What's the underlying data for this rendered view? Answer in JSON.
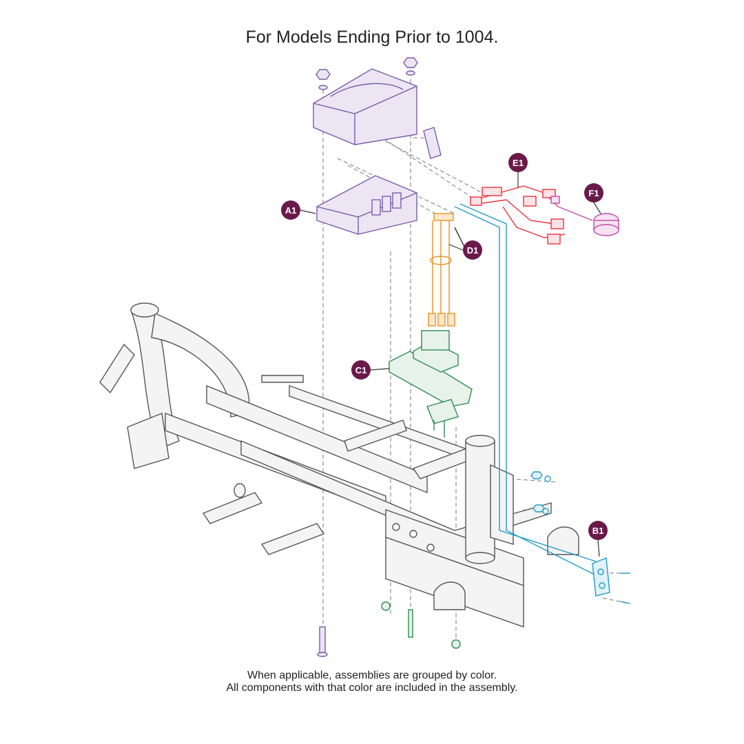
{
  "title": "For Models Ending Prior to 1004.",
  "footnote": {
    "line1": "When applicable, assemblies are grouped by color.",
    "line2": "All components with that color are included in the assembly."
  },
  "callouts": {
    "a1": "A1",
    "b1": "B1",
    "c1": "C1",
    "d1": "D1",
    "e1": "E1",
    "f1": "F1"
  },
  "colors": {
    "assembly_a": "#7a5aa8",
    "assembly_b": "#1f9cc7",
    "assembly_c": "#2e8b4f",
    "assembly_d": "#e8901e",
    "assembly_e": "#e8323c",
    "assembly_f": "#c04aa8",
    "frame": "#555555",
    "callout_fill": "#6a1a4a"
  }
}
